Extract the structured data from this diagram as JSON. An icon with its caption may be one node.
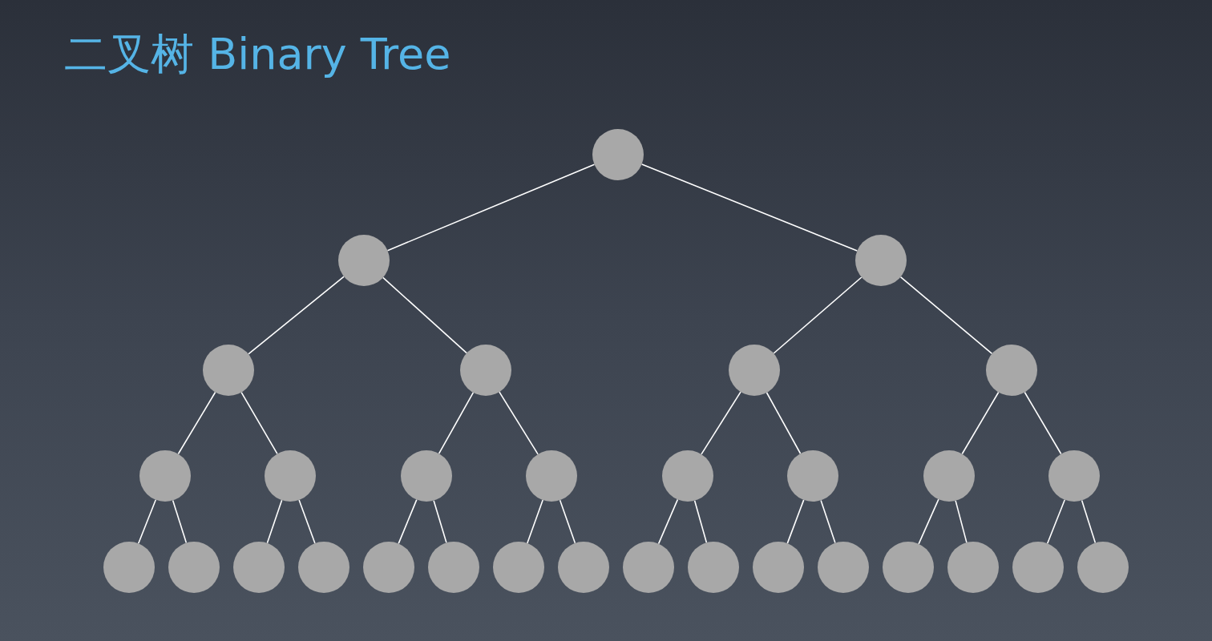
{
  "diagram": {
    "title": "二叉树 Binary Tree",
    "nodes": [
      {
        "text": [],
        "shape": "circle"
      },
      {
        "text": [],
        "shape": "circle"
      },
      {
        "text": [],
        "shape": "circle"
      },
      {
        "text": [],
        "shape": "circle"
      },
      {
        "text": [],
        "shape": "circle"
      },
      {
        "text": [],
        "shape": "circle"
      },
      {
        "text": [],
        "shape": "circle"
      },
      {
        "text": [],
        "shape": "circle"
      },
      {
        "text": [],
        "shape": "circle"
      },
      {
        "text": [],
        "shape": "circle"
      },
      {
        "text": [],
        "shape": "circle"
      },
      {
        "text": [],
        "shape": "circle"
      },
      {
        "text": [],
        "shape": "circle"
      },
      {
        "text": [],
        "shape": "circle"
      },
      {
        "text": [],
        "shape": "circle"
      },
      {
        "text": [],
        "shape": "circle"
      },
      {
        "text": [],
        "shape": "circle"
      },
      {
        "text": [],
        "shape": "circle"
      },
      {
        "text": [],
        "shape": "circle"
      },
      {
        "text": [],
        "shape": "circle"
      },
      {
        "text": [],
        "shape": "circle"
      },
      {
        "text": [],
        "shape": "circle"
      },
      {
        "text": [],
        "shape": "circle"
      },
      {
        "text": [],
        "shape": "circle"
      },
      {
        "text": [],
        "shape": "circle"
      },
      {
        "text": [],
        "shape": "circle"
      },
      {
        "text": [],
        "shape": "circle"
      },
      {
        "text": [],
        "shape": "circle"
      },
      {
        "text": [],
        "shape": "circle"
      },
      {
        "text": [],
        "shape": "circle"
      },
      {
        "text": [],
        "shape": "circle"
      }
    ],
    "edges": [
      {
        "from": 0,
        "to": 1,
        "arrow": "none"
      },
      {
        "from": 0,
        "to": 2,
        "arrow": "none"
      },
      {
        "from": 1,
        "to": 3,
        "arrow": "none"
      },
      {
        "from": 1,
        "to": 4,
        "arrow": "none"
      },
      {
        "from": 2,
        "to": 5,
        "arrow": "none"
      },
      {
        "from": 2,
        "to": 6,
        "arrow": "none"
      },
      {
        "from": 3,
        "to": 7,
        "arrow": "none"
      },
      {
        "from": 3,
        "to": 8,
        "arrow": "none"
      },
      {
        "from": 4,
        "to": 9,
        "arrow": "none"
      },
      {
        "from": 4,
        "to": 10,
        "arrow": "none"
      },
      {
        "from": 5,
        "to": 11,
        "arrow": "none"
      },
      {
        "from": 5,
        "to": 12,
        "arrow": "none"
      },
      {
        "from": 6,
        "to": 13,
        "arrow": "none"
      },
      {
        "from": 6,
        "to": 14,
        "arrow": "none"
      },
      {
        "from": 7,
        "to": 15,
        "arrow": "none"
      },
      {
        "from": 7,
        "to": 16,
        "arrow": "none"
      },
      {
        "from": 8,
        "to": 17,
        "arrow": "none"
      },
      {
        "from": 8,
        "to": 18,
        "arrow": "none"
      },
      {
        "from": 9,
        "to": 19,
        "arrow": "none"
      },
      {
        "from": 9,
        "to": 20,
        "arrow": "none"
      },
      {
        "from": 10,
        "to": 21,
        "arrow": "none"
      },
      {
        "from": 10,
        "to": 22,
        "arrow": "none"
      },
      {
        "from": 11,
        "to": 23,
        "arrow": "none"
      },
      {
        "from": 11,
        "to": 24,
        "arrow": "none"
      },
      {
        "from": 12,
        "to": 25,
        "arrow": "none"
      },
      {
        "from": 12,
        "to": 26,
        "arrow": "none"
      },
      {
        "from": 13,
        "to": 27,
        "arrow": "none"
      },
      {
        "from": 13,
        "to": 28,
        "arrow": "none"
      },
      {
        "from": 14,
        "to": 29,
        "arrow": "none"
      },
      {
        "from": 14,
        "to": 30,
        "arrow": "none"
      }
    ]
  }
}
